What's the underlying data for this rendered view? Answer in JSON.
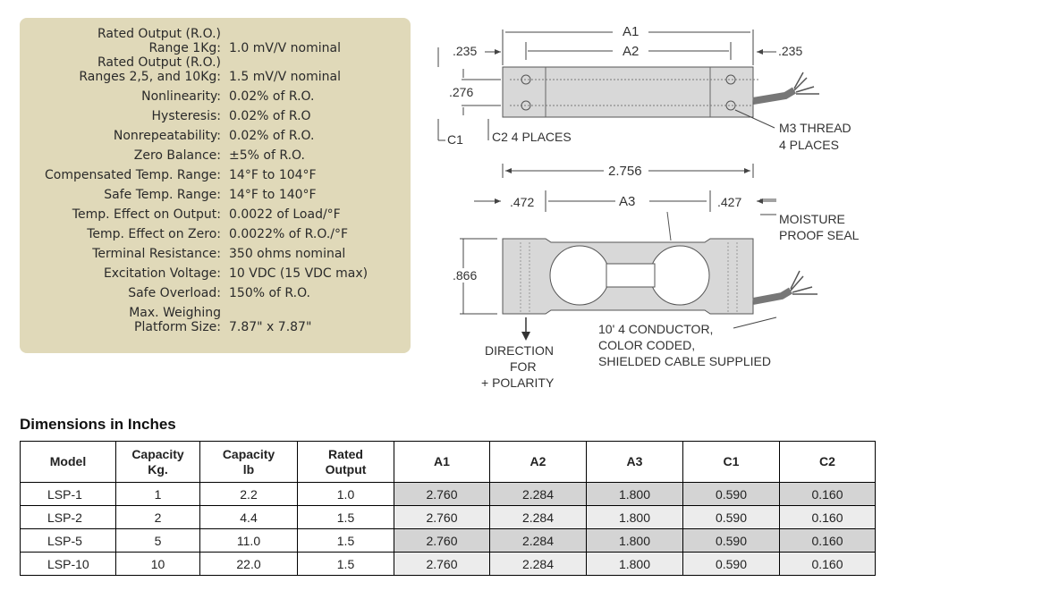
{
  "specs": [
    {
      "label": "Rated Output (R.O.)",
      "value": ""
    },
    {
      "label": "Range 1Kg:",
      "value": "1.0 mV/V nominal"
    },
    {
      "label": "Rated Output (R.O.)",
      "value": ""
    },
    {
      "label": "Ranges 2,5, and 10Kg:",
      "value": "1.5 mV/V nominal"
    },
    {
      "label": "Nonlinearity:",
      "value": "0.02% of R.O."
    },
    {
      "label": "Hysteresis:",
      "value": "0.02% of R.O"
    },
    {
      "label": "Nonrepeatability:",
      "value": "0.02% of R.O."
    },
    {
      "label": "Zero Balance:",
      "value": "±5% of R.O."
    },
    {
      "label": "Compensated Temp. Range:",
      "value": "14°F to 104°F"
    },
    {
      "label": "Safe Temp. Range:",
      "value": "14°F to 140°F"
    },
    {
      "label": "Temp. Effect on Output:",
      "value": "0.0022 of Load/°F"
    },
    {
      "label": "Temp. Effect on Zero:",
      "value": "0.0022% of R.O./°F"
    },
    {
      "label": "Terminal Resistance:",
      "value": "350 ohms nominal"
    },
    {
      "label": "Excitation Voltage:",
      "value": "10 VDC (15 VDC max)"
    },
    {
      "label": "Safe Overload:",
      "value": "150% of R.O."
    },
    {
      "label": "Max. Weighing",
      "value": ""
    },
    {
      "label": "Platform Size:",
      "value": "7.87\" x 7.87\""
    }
  ],
  "diagram": {
    "a1": "A1",
    "a2": "A2",
    "a3": "A3",
    "d235_left": ".235",
    "d235_right": ".235",
    "d276": ".276",
    "c1": "C1",
    "c2_places": "C2  4 PLACES",
    "m3_line1": "M3 THREAD",
    "m3_line2": "4 PLACES",
    "d2756": "2.756",
    "d472": ".472",
    "d427": ".427",
    "d866": ".866",
    "moisture_line1": "MOISTURE",
    "moisture_line2": "PROOF SEAL",
    "direction_line1": "DIRECTION",
    "direction_line2": "FOR",
    "direction_line3": "+ POLARITY",
    "cable_line1": "10' 4 CONDUCTOR,",
    "cable_line2": "COLOR CODED,",
    "cable_line3": "SHIELDED CABLE SUPPLIED"
  },
  "dimensions": {
    "title": "Dimensions in Inches",
    "headers": [
      "Model",
      "Capacity\nKg.",
      "Capacity\nlb",
      "Rated\nOutput",
      "A1",
      "A2",
      "A3",
      "C1",
      "C2"
    ],
    "rows": [
      [
        "LSP-1",
        "1",
        "2.2",
        "1.0",
        "2.760",
        "2.284",
        "1.800",
        "0.590",
        "0.160"
      ],
      [
        "LSP-2",
        "2",
        "4.4",
        "1.5",
        "2.760",
        "2.284",
        "1.800",
        "0.590",
        "0.160"
      ],
      [
        "LSP-5",
        "5",
        "11.0",
        "1.5",
        "2.760",
        "2.284",
        "1.800",
        "0.590",
        "0.160"
      ],
      [
        "LSP-10",
        "10",
        "22.0",
        "1.5",
        "2.760",
        "2.284",
        "1.800",
        "0.590",
        "0.160"
      ]
    ],
    "shade_colors": [
      "#d4d4d4",
      "#ececec"
    ]
  }
}
